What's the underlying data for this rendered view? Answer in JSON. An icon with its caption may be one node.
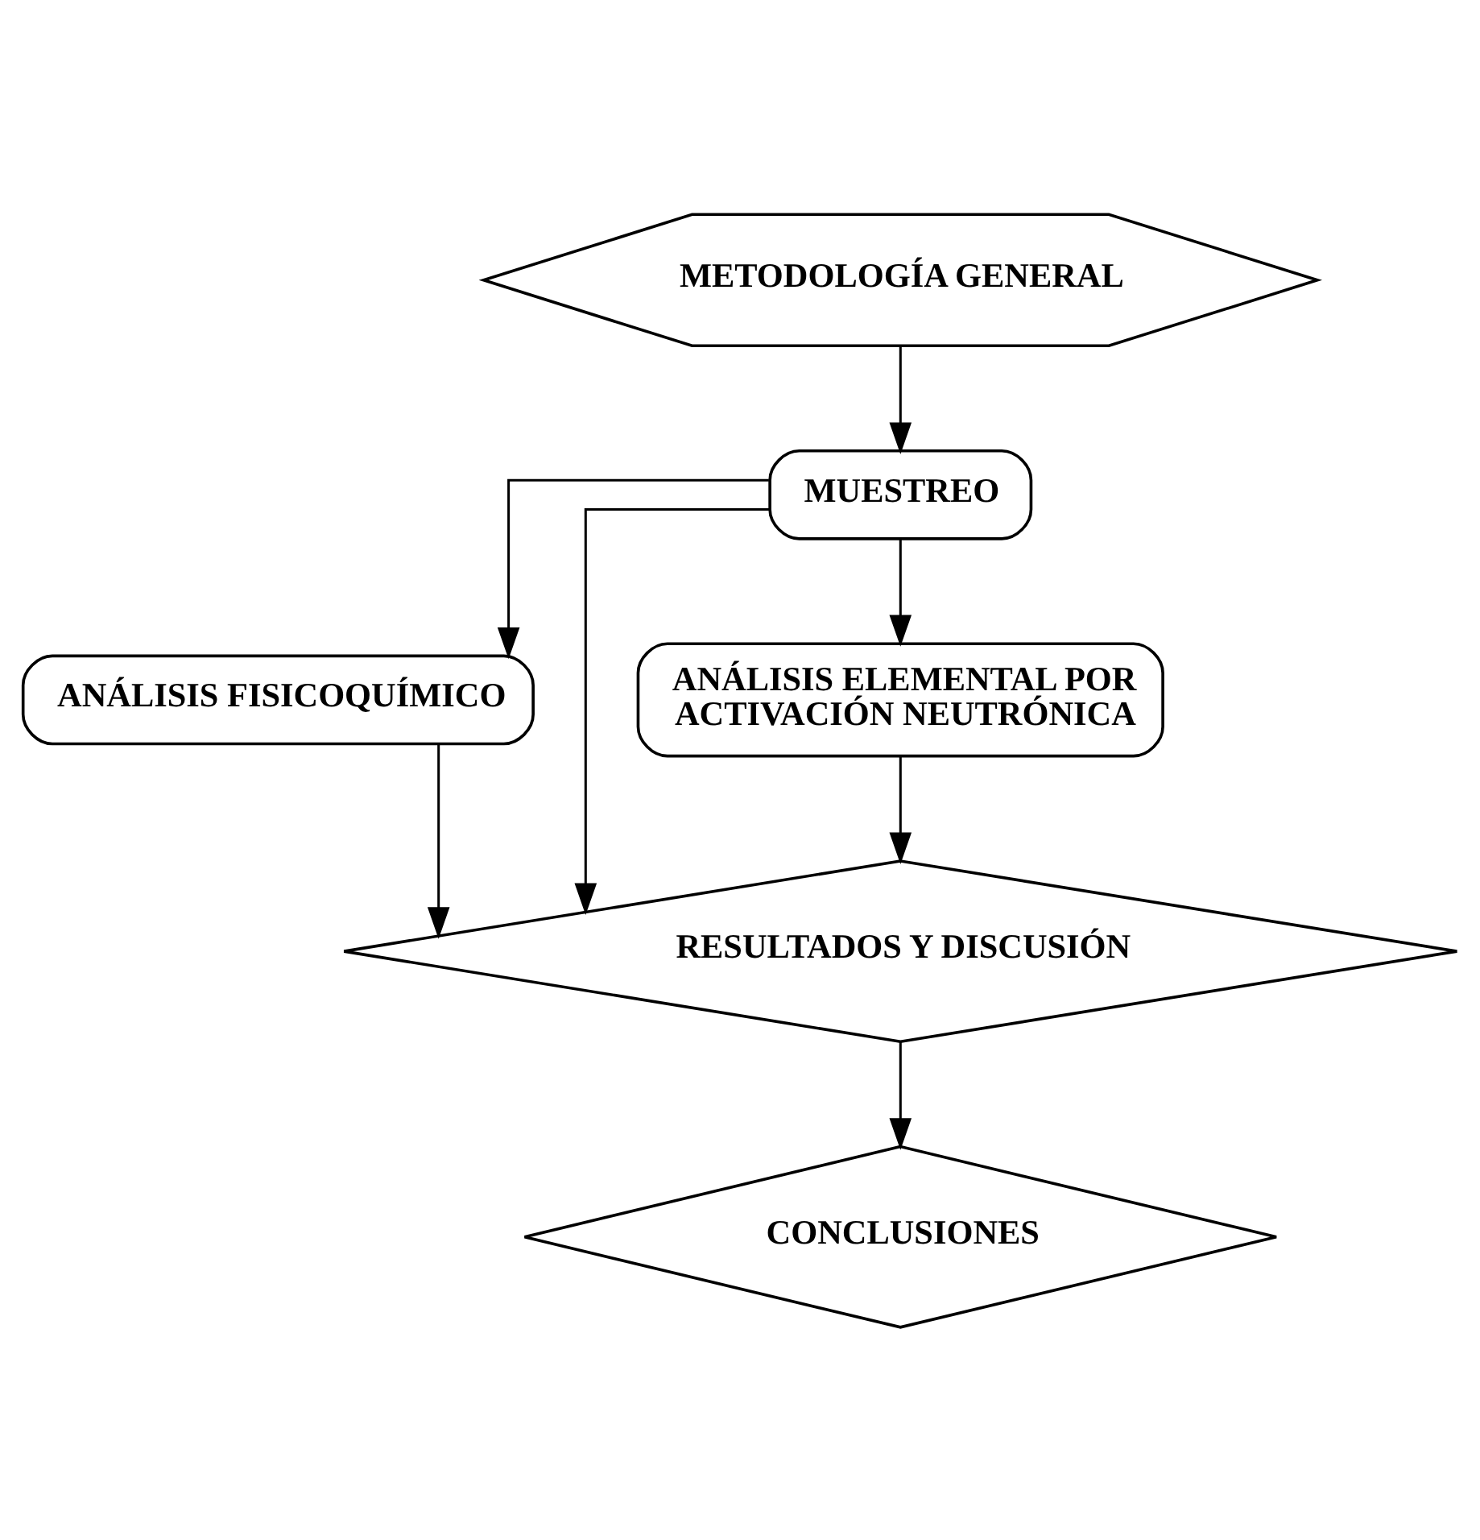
{
  "diagram": {
    "nodes": [
      {
        "text": [
          "METODOLOGÍA GENERAL"
        ]
      },
      {
        "text": [
          "MUESTREO"
        ]
      },
      {
        "text": [
          "ANÁLISIS FISICOQUÍMICO"
        ]
      },
      {
        "text": [
          "ANÁLISIS ELEMENTAL POR ACTIVACIÓN NEUTRÓNICA"
        ]
      },
      {
        "text": [
          "RESULTADOS Y DISCUSIÓN"
        ]
      },
      {
        "text": [
          "CONCLUSIONES"
        ]
      }
    ],
    "edges": [
      {
        "from": 0,
        "to": 1,
        "arrow": "to"
      },
      {
        "from": 1,
        "to": 2,
        "arrow": "to"
      },
      {
        "from": 1,
        "to": 4,
        "arrow": "to"
      },
      {
        "from": 1,
        "to": 3,
        "arrow": "to"
      },
      {
        "from": 2,
        "to": 4,
        "arrow": "to"
      },
      {
        "from": 3,
        "to": 4,
        "arrow": "to"
      },
      {
        "from": 4,
        "to": 5,
        "arrow": "to"
      }
    ]
  }
}
